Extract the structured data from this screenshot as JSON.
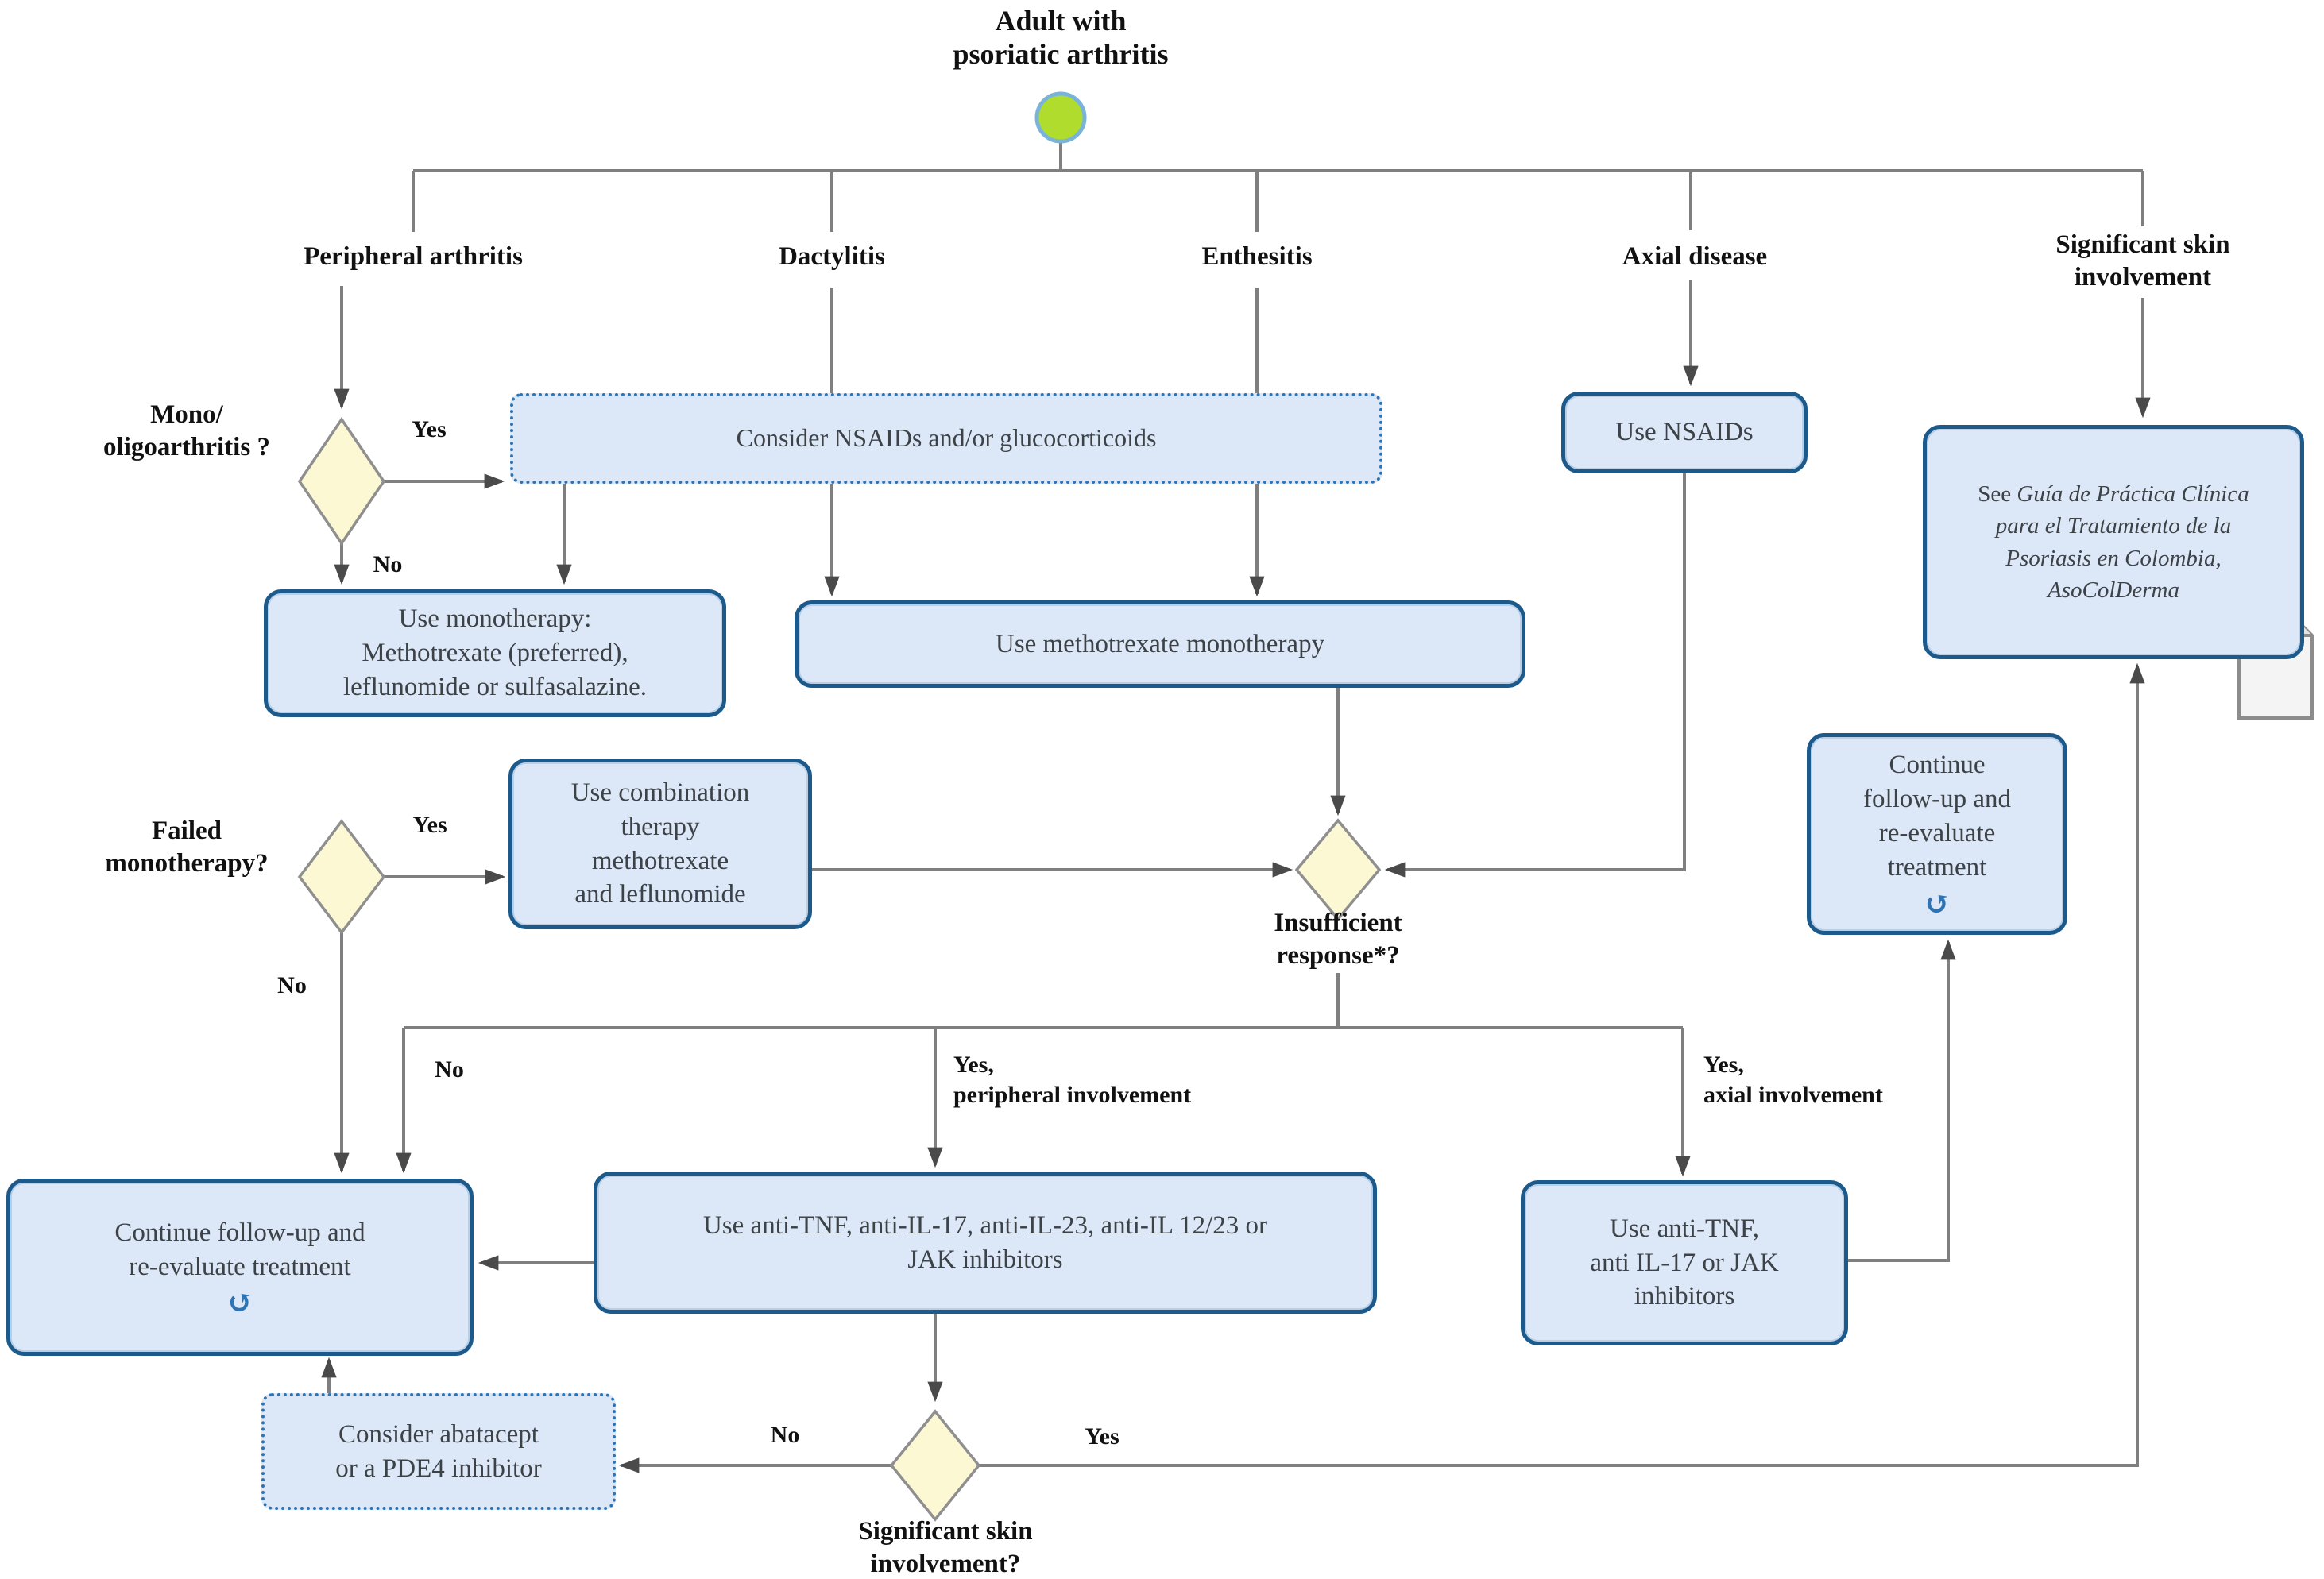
{
  "start": {
    "title": "Adult with\npsoriatic arthritis"
  },
  "branches": {
    "peripheral": "Peripheral arthritis",
    "dactylitis": "Dactylitis",
    "enthesitis": "Enthesitis",
    "axial": "Axial disease",
    "skin": "Significant skin\ninvolvement"
  },
  "decisions": {
    "mono": {
      "label": "Mono/\noligoarthritis ?",
      "yes": "Yes",
      "no": "No"
    },
    "failed": {
      "label": "Failed\nmonotherapy?",
      "yes": "Yes",
      "no": "No"
    },
    "insufficient": {
      "label": "Insufficient\nresponse*?",
      "no": "No",
      "yes_peripheral": "Yes,\nperipheral involvement",
      "yes_axial": "Yes,\naxial involvement"
    },
    "skin": {
      "label": "Significant skin\ninvolvement?",
      "no": "No",
      "yes": "Yes"
    }
  },
  "boxes": {
    "consider_nsaids": "Consider NSAIDs and/or glucocorticoids",
    "use_nsaids": "Use NSAIDs",
    "see_guia_prefix": "See ",
    "see_guia_italic": "Guía de Práctica Clínica para el Tratamiento de la Psoriasis en Colombia, AsoColDerma",
    "use_monotherapy": "Use monotherapy:\nMethotrexate (preferred),\nleflunomide or sulfasalazine.",
    "use_methotrexate": "Use methotrexate monotherapy",
    "use_combination": "Use combination\ntherapy\nmethotrexate\nand leflunomide",
    "continue_followup_right": "Continue\nfollow-up and\nre-evaluate\ntreatment",
    "continue_followup_left": "Continue follow-up and\nre-evaluate treatment",
    "anti_tnf_peripheral": "Use anti-TNF, anti-IL-17, anti-IL-23, anti-IL 12/23 or\nJAK inhibitors",
    "anti_tnf_axial": "Use anti-TNF,\nanti IL-17 or JAK\ninhibitors",
    "consider_abatacept": "Consider abatacept\nor a PDE4 inhibitor"
  },
  "icons": {
    "loop": "↺"
  },
  "colors": {
    "box_fill": "#dce8f8",
    "box_border": "#1b5a8a",
    "dotted_border": "#2e74b5",
    "diamond_fill": "#fcf8d4",
    "diamond_border": "#8f8f8f",
    "line": "#7f7f7f",
    "arrow": "#4a4a4a",
    "start_fill": "#b0dd2d",
    "start_ring": "#7ab3d9",
    "loop_icon": "#2e74b5"
  }
}
